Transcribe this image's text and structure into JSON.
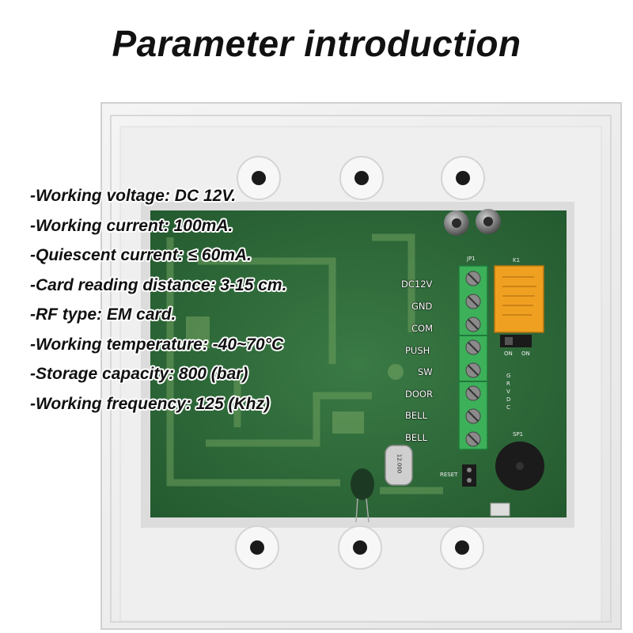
{
  "title": "Parameter introduction",
  "parameters": [
    "-Working voltage: DC 12V.",
    "-Working current: 100mA.",
    "-Quiescent current: ≤ 60mA.",
    "-Card reading distance: 3-15 cm.",
    "-RF type: EM card.",
    "-Working temperature: -40~70°C",
    "-Storage capacity: 800 (bar)",
    "-Working frequency: 125 (Khz)"
  ],
  "terminals": [
    "DC12V",
    "GND",
    "COM",
    "PUSH",
    "SW",
    "DOOR",
    "BELL",
    "BELL"
  ],
  "board": {
    "jp1": "JP1",
    "k1": "K1",
    "sp1": "SP1",
    "reset": "RESET",
    "on_left": "ON",
    "on_right": "ON",
    "jumper_label": "G R V D C",
    "crystal": "12.000"
  },
  "colors": {
    "pcb": "#2f6a3a",
    "terminal": "#3db05a",
    "relay": "#f0a020"
  }
}
